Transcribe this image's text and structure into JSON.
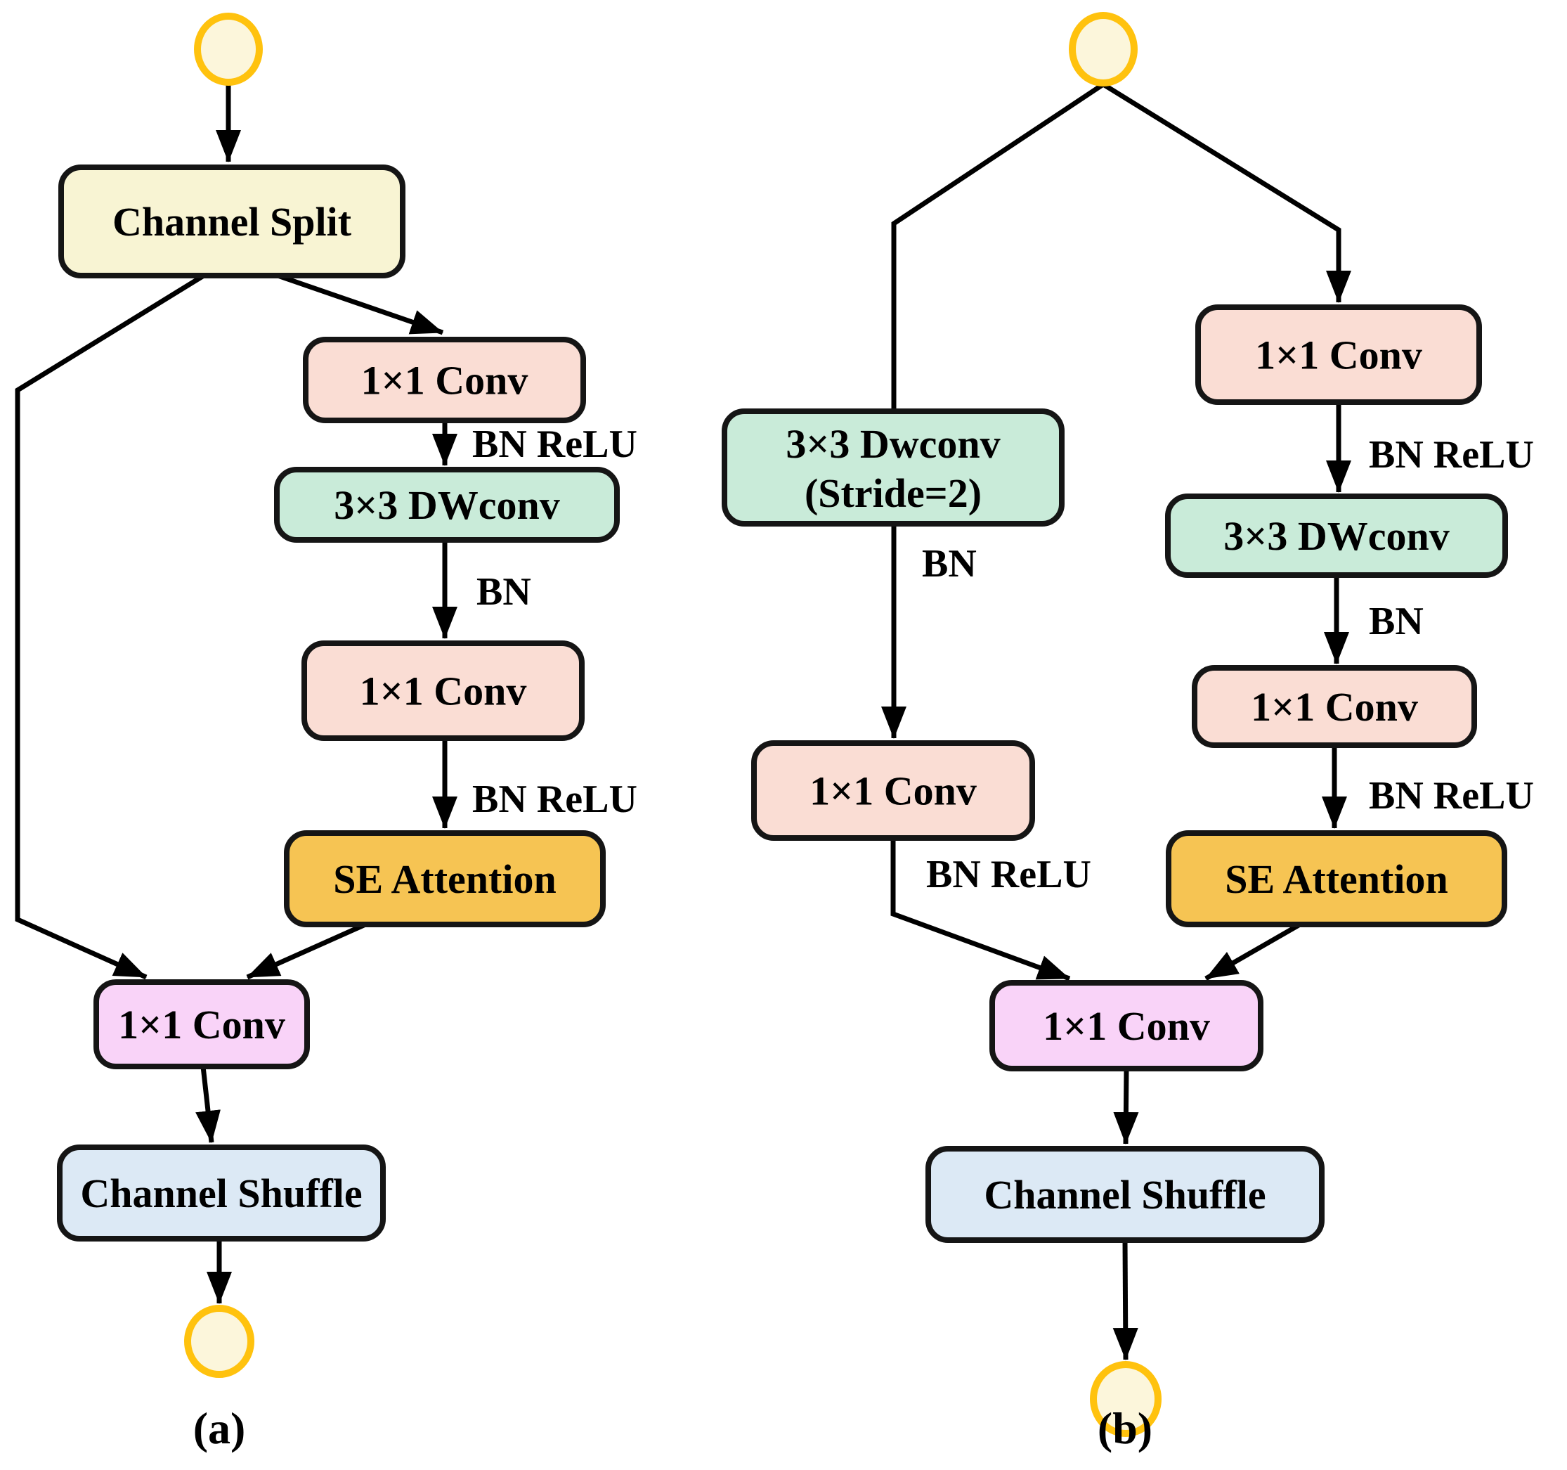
{
  "figure": {
    "background": "#ffffff"
  },
  "colors": {
    "io_fill": "#FCF6DB",
    "io_stroke": "#FFC20E",
    "split_fill": "#F8F4D3",
    "conv_fill": "#FADDD4",
    "dwconv_fill": "#C9EBD9",
    "se_fill": "#F6C453",
    "proj_fill": "#F9D3F8",
    "shuffle_fill": "#DCE9F5",
    "border": "#151515",
    "line": "#000000",
    "text": "#000000"
  },
  "diagram_a": {
    "caption": "(a)",
    "nodes": [
      {
        "id": "a-input",
        "role": "io",
        "label": ""
      },
      {
        "id": "a-channel-split",
        "role": "split",
        "label": "Channel Split"
      },
      {
        "id": "a-conv1",
        "role": "conv",
        "label": "1×1 Conv"
      },
      {
        "id": "a-dwconv",
        "role": "dwconv",
        "label": "3×3 DWconv"
      },
      {
        "id": "a-conv2",
        "role": "conv",
        "label": "1×1 Conv"
      },
      {
        "id": "a-se",
        "role": "se",
        "label": "SE Attention"
      },
      {
        "id": "a-proj",
        "role": "proj",
        "label": "1×1 Conv"
      },
      {
        "id": "a-shuffle",
        "role": "shuffle",
        "label": "Channel Shuffle"
      },
      {
        "id": "a-output",
        "role": "io",
        "label": ""
      }
    ],
    "edge_labels": {
      "a-l-bnrelu1": "BN ReLU",
      "a-l-bn1": "BN",
      "a-l-bnrelu2": "BN ReLU"
    }
  },
  "diagram_b": {
    "caption": "(b)",
    "nodes": [
      {
        "id": "b-input",
        "role": "io",
        "label": ""
      },
      {
        "id": "b-dwconv-s",
        "role": "dwconv",
        "label_lines": [
          "3×3 Dwconv",
          "(Stride=2)"
        ]
      },
      {
        "id": "b-conv-left",
        "role": "conv",
        "label": "1×1 Conv"
      },
      {
        "id": "b-conv1",
        "role": "conv",
        "label": "1×1 Conv"
      },
      {
        "id": "b-dwconv",
        "role": "dwconv",
        "label": "3×3 DWconv"
      },
      {
        "id": "b-conv2",
        "role": "conv",
        "label": "1×1 Conv"
      },
      {
        "id": "b-se",
        "role": "se",
        "label": "SE Attention"
      },
      {
        "id": "b-proj",
        "role": "proj",
        "label": "1×1 Conv"
      },
      {
        "id": "b-shuffle",
        "role": "shuffle",
        "label": "Channel Shuffle"
      },
      {
        "id": "b-output",
        "role": "io",
        "label": ""
      }
    ],
    "edge_labels": {
      "b-l-bn-left": "BN",
      "b-l-bnrelu-left": "BN ReLU",
      "b-l-bnrelu1": "BN ReLU",
      "b-l-bn1": "BN",
      "b-l-bnrelu2": "BN ReLU"
    }
  }
}
